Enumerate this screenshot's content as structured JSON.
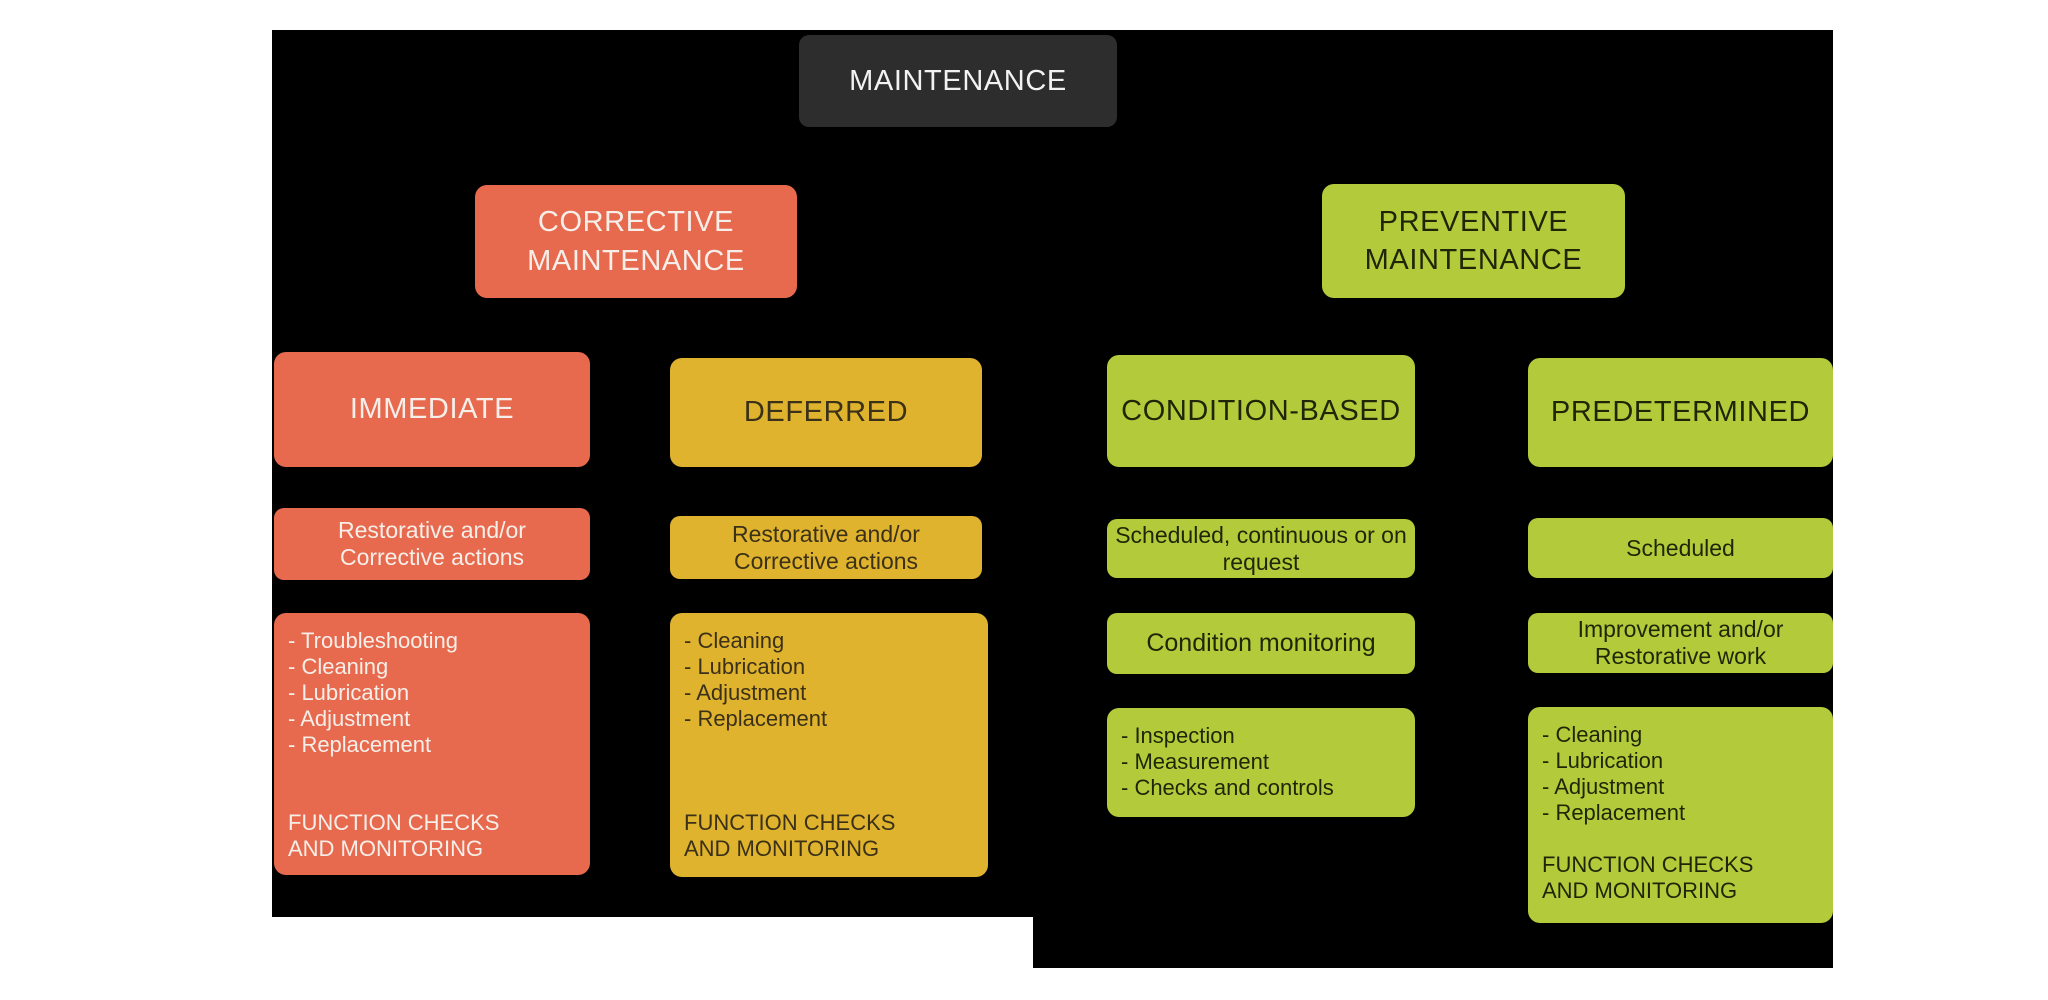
{
  "colors": {
    "page": "#ffffff",
    "canvas": "#000000",
    "dark_node": "#2d2d2d",
    "orange": "#e76a4f",
    "yellow": "#e0b32e",
    "green": "#b3cb3b",
    "text_white": "#f2f2f2",
    "text_light": "#f6efe9",
    "text_on_yellow": "#3a3118",
    "text_on_green": "#1f2607"
  },
  "nodes": {
    "root": "MAINTENANCE",
    "corrective": "CORRECTIVE\nMAINTENANCE",
    "preventive": "PREVENTIVE\nMAINTENANCE",
    "immediate": "IMMEDIATE",
    "deferred": "DEFERRED",
    "condition_based": "CONDITION-BASED",
    "predetermined": "PREDETERMINED",
    "immediate_actions": "Restorative and/or\nCorrective actions",
    "deferred_actions": "Restorative and/or\nCorrective actions",
    "condition_schedule": "Scheduled, continuous or on\nrequest",
    "predetermined_schedule": "Scheduled",
    "condition_monitoring": "Condition monitoring",
    "predetermined_improvement": "Improvement and/or\nRestorative work",
    "immediate_tasks": "- Troubleshooting\n- Cleaning\n- Lubrication\n- Adjustment\n- Replacement\n\n\nFUNCTION CHECKS\nAND MONITORING",
    "deferred_tasks": "- Cleaning\n- Lubrication\n- Adjustment\n- Replacement\n\n\n\nFUNCTION CHECKS\nAND MONITORING",
    "condition_tasks": "- Inspection\n- Measurement\n- Checks and controls",
    "predetermined_tasks": "- Cleaning\n- Lubrication\n- Adjustment\n- Replacement\n\nFUNCTION CHECKS\nAND MONITORING"
  }
}
